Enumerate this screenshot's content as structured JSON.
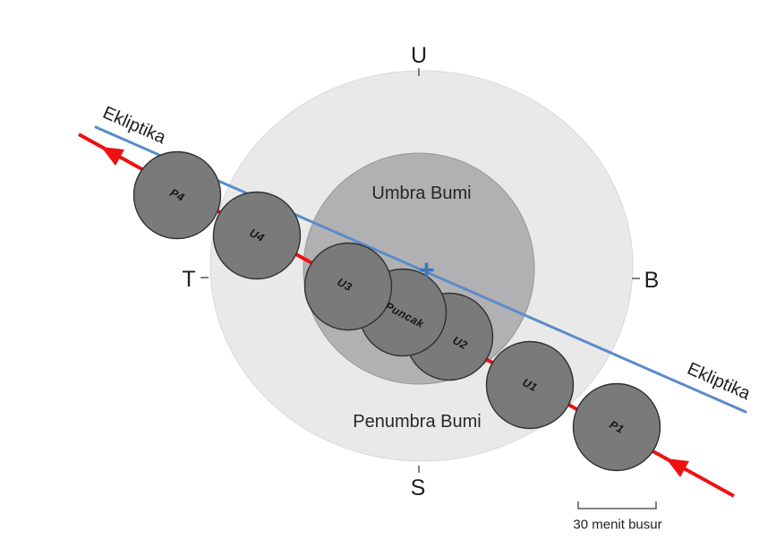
{
  "labels": {
    "umbra": "Umbra Bumi",
    "penumbra": "Penumbra Bumi",
    "ecliptic_left": "Ekliptika",
    "ecliptic_right": "Ekliptika",
    "scale": "30 menit busur"
  },
  "cardinal": {
    "top": "U",
    "bottom": "S",
    "left": "T",
    "right": "B"
  },
  "moons": [
    {
      "id": "P4",
      "label": "P4"
    },
    {
      "id": "U4",
      "label": "U4"
    },
    {
      "id": "U3",
      "label": "U3"
    },
    {
      "id": "Puncak",
      "label": "Puncak"
    },
    {
      "id": "U2",
      "label": "U2"
    },
    {
      "id": "U1",
      "label": "U1"
    },
    {
      "id": "P1",
      "label": "P1"
    }
  ],
  "colors": {
    "penumbra_fill": "#e9e9ea",
    "umbra_fill": "#b1b1b3",
    "moon_fill": "#7a7a7a",
    "ecliptic_blue": "#5b8bc9",
    "cross_blue": "#3f74bd",
    "path_red": "#ee1111"
  }
}
